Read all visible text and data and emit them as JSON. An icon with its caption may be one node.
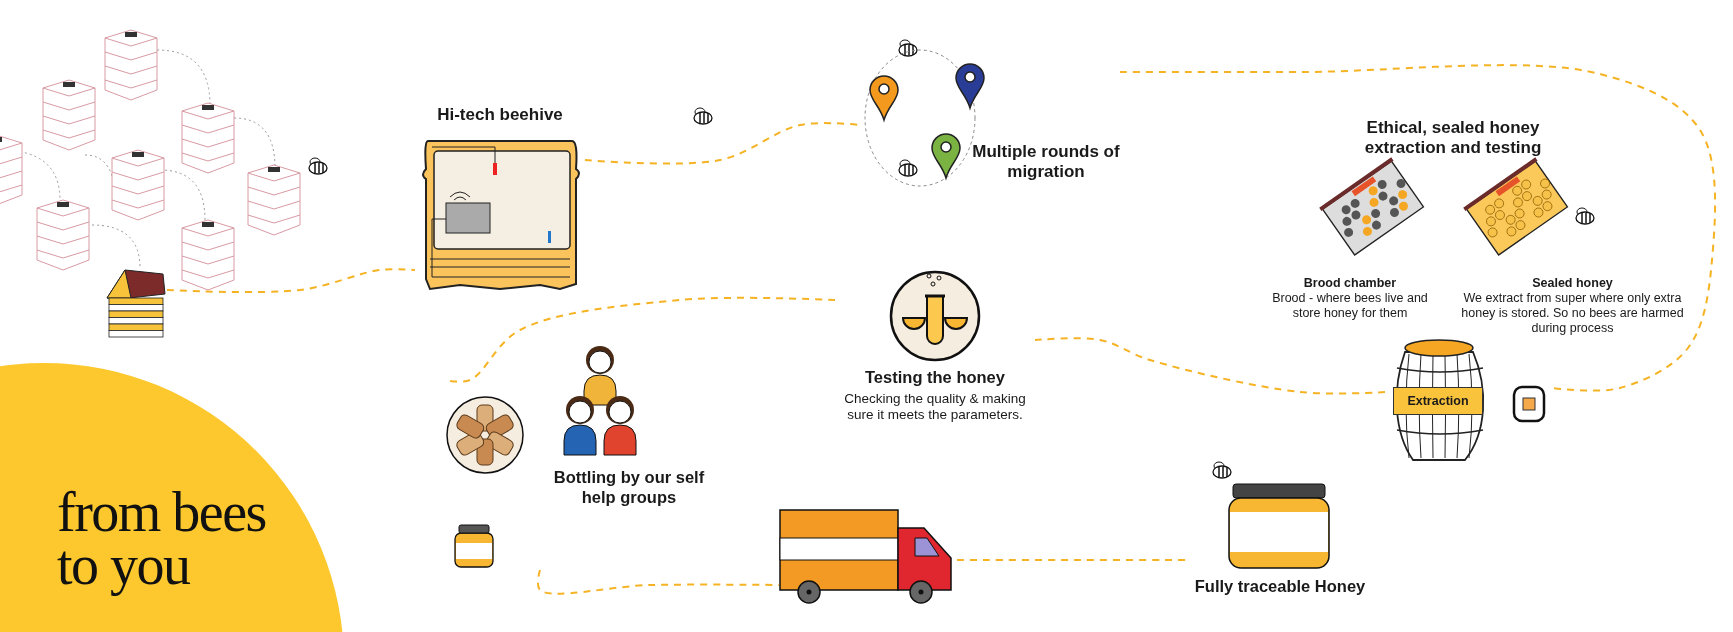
{
  "diagram": {
    "title": "from bees to you",
    "nodes": [
      {
        "text": [],
        "shape": "picture"
      },
      {
        "text": [
          "Hi-tech beehive"
        ]
      },
      {
        "text": [
          "Multiple rounds of migration"
        ]
      },
      {
        "text": [
          "Ethical, sealed honey extraction and testing",
          "Brood chamber",
          "Brood - where bees live and store honey for them",
          "Sealed honey",
          "We extract from super where only extra honey is stored. So no bees are harmed during process"
        ]
      },
      {
        "text": [
          "Extraction"
        ]
      },
      {
        "text": [
          "Testing the honey",
          "Checking the quality & making sure it meets the parameters."
        ]
      },
      {
        "text": [
          "Bottling by our self help groups"
        ]
      },
      {
        "text": [],
        "shape": "picture"
      },
      {
        "text": [
          "Fully traceable Honey"
        ]
      }
    ],
    "edges": [
      {
        "from": 0,
        "to": 1,
        "arrow": "none"
      },
      {
        "from": 1,
        "to": 2,
        "arrow": "none"
      },
      {
        "from": 2,
        "to": 4,
        "arrow": "none"
      },
      {
        "from": 4,
        "to": 5,
        "arrow": "none"
      },
      {
        "from": 5,
        "to": 6,
        "arrow": "none"
      },
      {
        "from": 6,
        "to": 7,
        "arrow": "none"
      },
      {
        "from": 7,
        "to": 8,
        "arrow": "none"
      }
    ]
  }
}
